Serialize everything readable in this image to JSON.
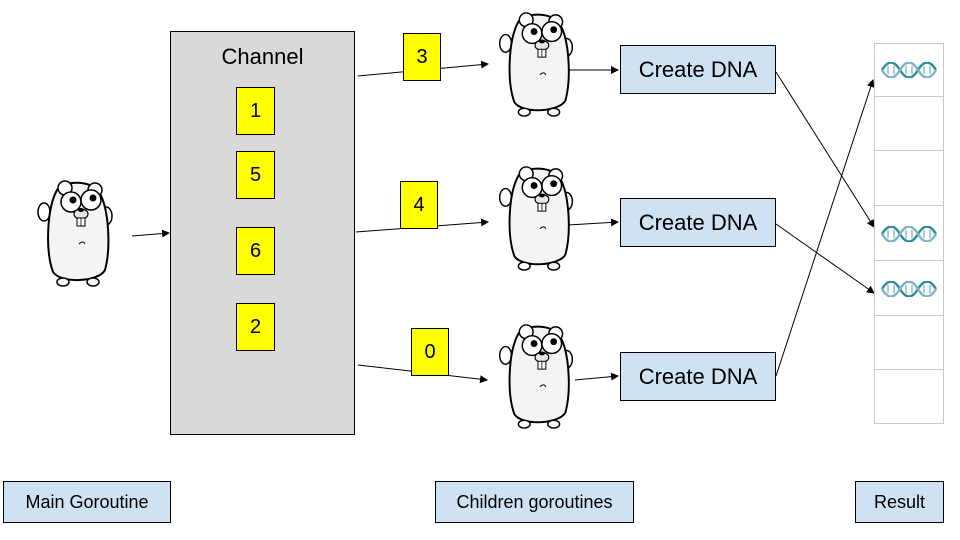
{
  "channel": {
    "title": "Channel",
    "items": [
      "1",
      "5",
      "6",
      "2"
    ]
  },
  "in_flight": [
    "3",
    "4",
    "0"
  ],
  "workers": {
    "action_label": "Create DNA",
    "count": 3
  },
  "result": {
    "slots": 7,
    "filled_slots": [
      0,
      3,
      4
    ]
  },
  "labels": {
    "main": "Main Goroutine",
    "children": "Children goroutines",
    "result": "Result"
  },
  "colors": {
    "channel_bg": "#d9d9d9",
    "token_bg": "#ffff00",
    "label_bg": "#cfe2f3",
    "dna_strand_a": "#2e8b99",
    "dna_strand_b": "#7fb3c9"
  },
  "icons": {
    "gopher": "gopher-mascot-icon",
    "dna": "dna-helix-icon"
  }
}
